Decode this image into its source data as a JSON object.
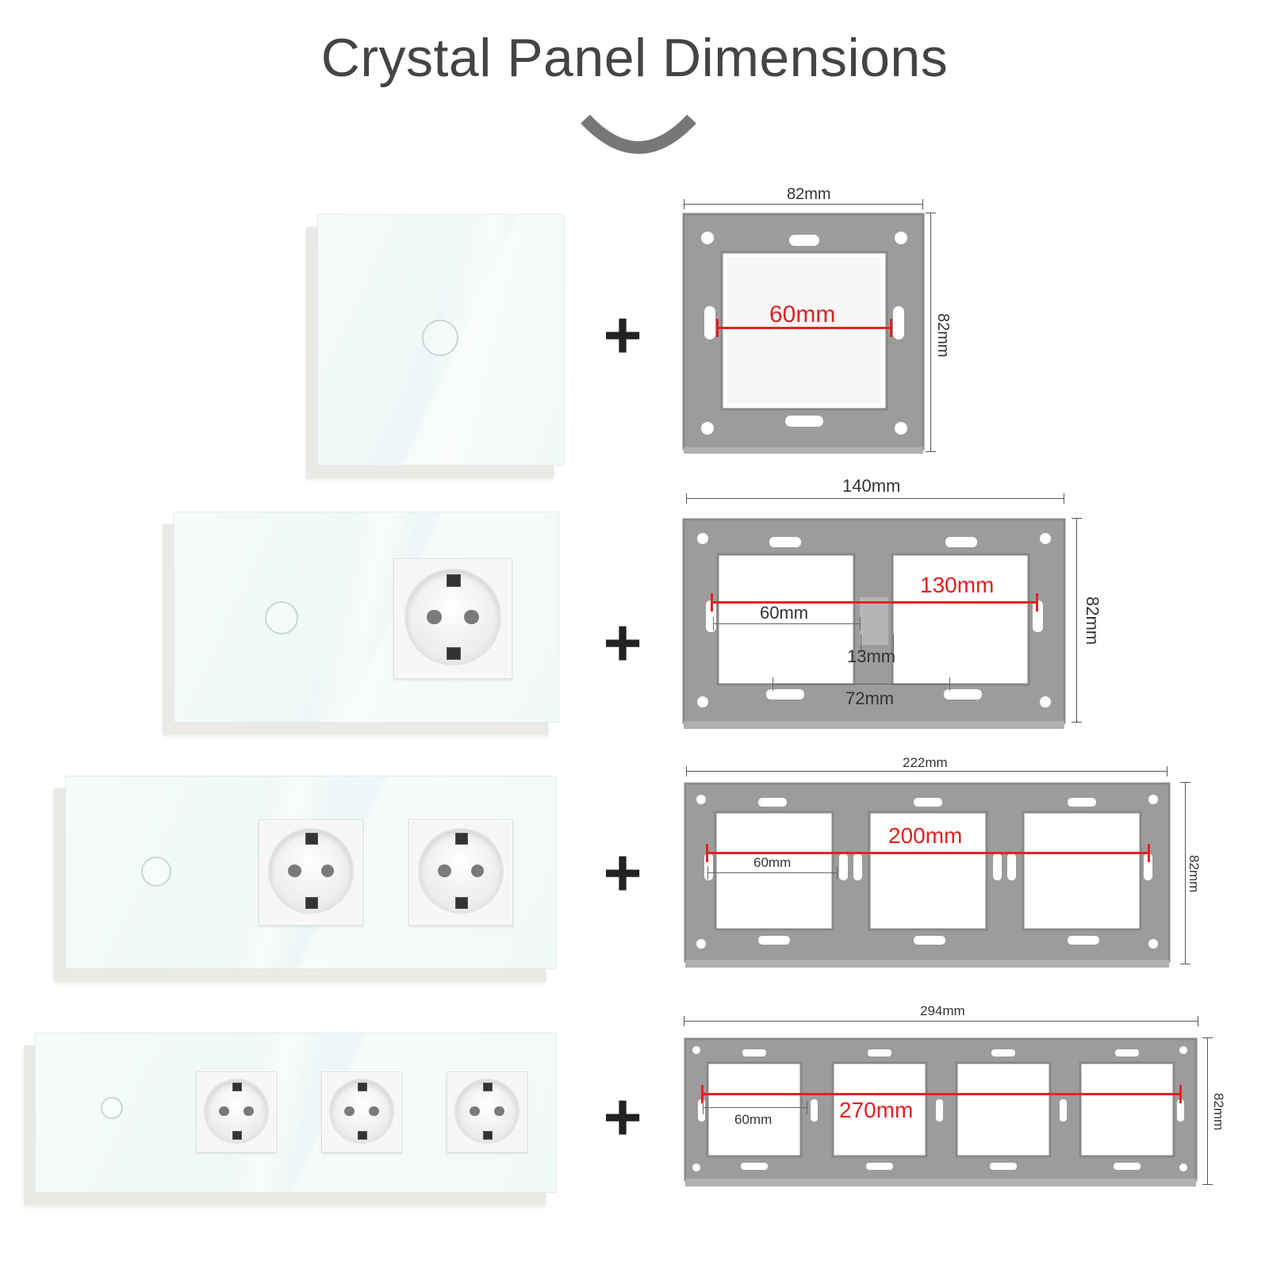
{
  "title": "Crystal Panel Dimensions",
  "colors": {
    "frame_gray": "#9a9a9a",
    "frame_dark": "#8a8a8a",
    "measure_red": "#e02020",
    "panel_white": "#f3f9f9",
    "title_gray": "#444444"
  },
  "rows": [
    {
      "panel": {
        "touch_buttons": 1,
        "sockets": 0
      },
      "frame": {
        "width_label": "82mm",
        "height_label": "82mm",
        "inner_label": "60mm"
      }
    },
    {
      "panel": {
        "touch_buttons": 1,
        "sockets": 1
      },
      "frame": {
        "width_label": "140mm",
        "height_label": "82mm",
        "span_label": "130mm",
        "inner_label": "60mm",
        "gap_label": "13mm",
        "pitch_label": "72mm"
      }
    },
    {
      "panel": {
        "touch_buttons": 1,
        "sockets": 2
      },
      "frame": {
        "width_label": "222mm",
        "height_label": "82mm",
        "span_label": "200mm",
        "inner_label": "60mm"
      }
    },
    {
      "panel": {
        "touch_buttons": 1,
        "sockets": 3
      },
      "frame": {
        "width_label": "294mm",
        "height_label": "82mm",
        "span_label": "270mm",
        "inner_label": "60mm"
      }
    }
  ],
  "plus_symbol": "+"
}
